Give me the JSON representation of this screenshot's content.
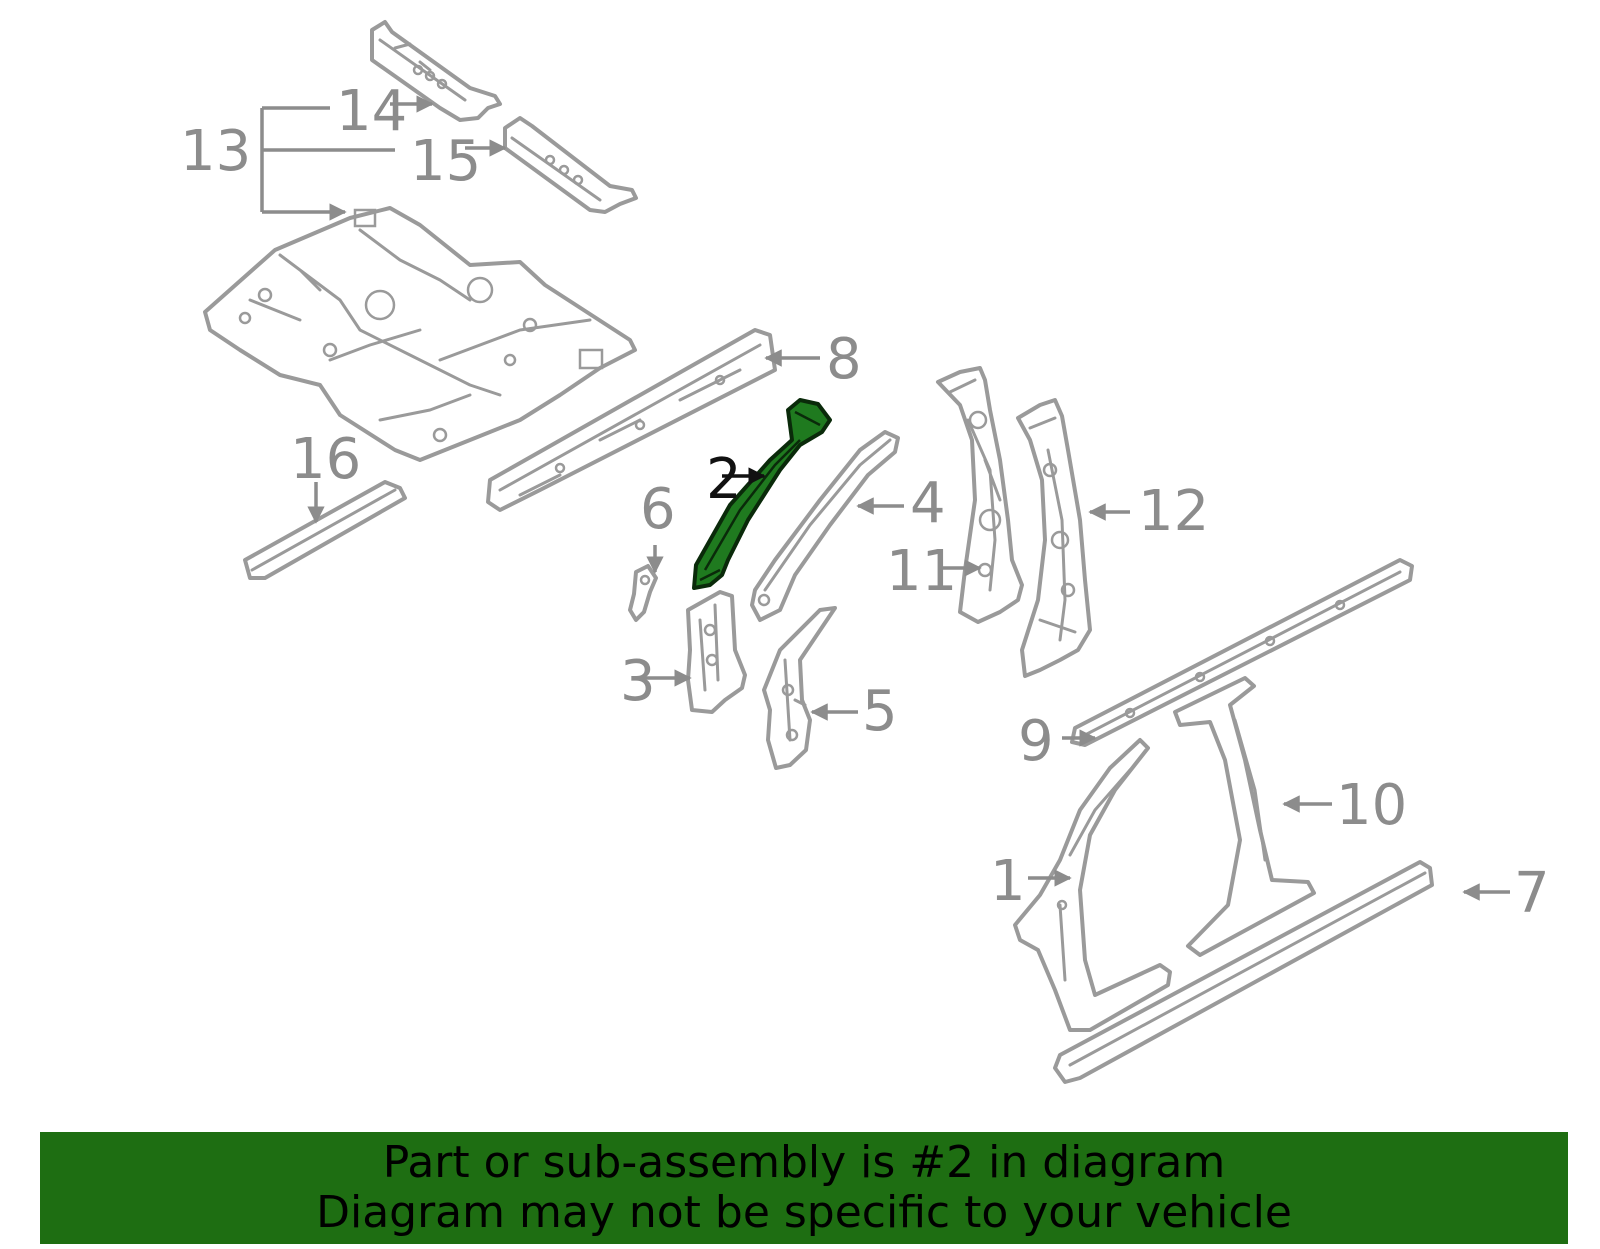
{
  "callouts": {
    "c1": "1",
    "c2": "2",
    "c3": "3",
    "c4": "4",
    "c5": "5",
    "c6": "6",
    "c7": "7",
    "c8": "8",
    "c9": "9",
    "c10": "10",
    "c11": "11",
    "c12": "12",
    "c13": "13",
    "c14": "14",
    "c15": "15",
    "c16": "16"
  },
  "highlighted_part": "2",
  "colors": {
    "highlight_fill": "#1f7a1f",
    "line_gray": "#9a9a9a",
    "banner_bg": "#1e6e12"
  },
  "banner": {
    "line1": "Part or sub-assembly is #2 in diagram",
    "line2": "Diagram may not be specific to your vehicle"
  }
}
